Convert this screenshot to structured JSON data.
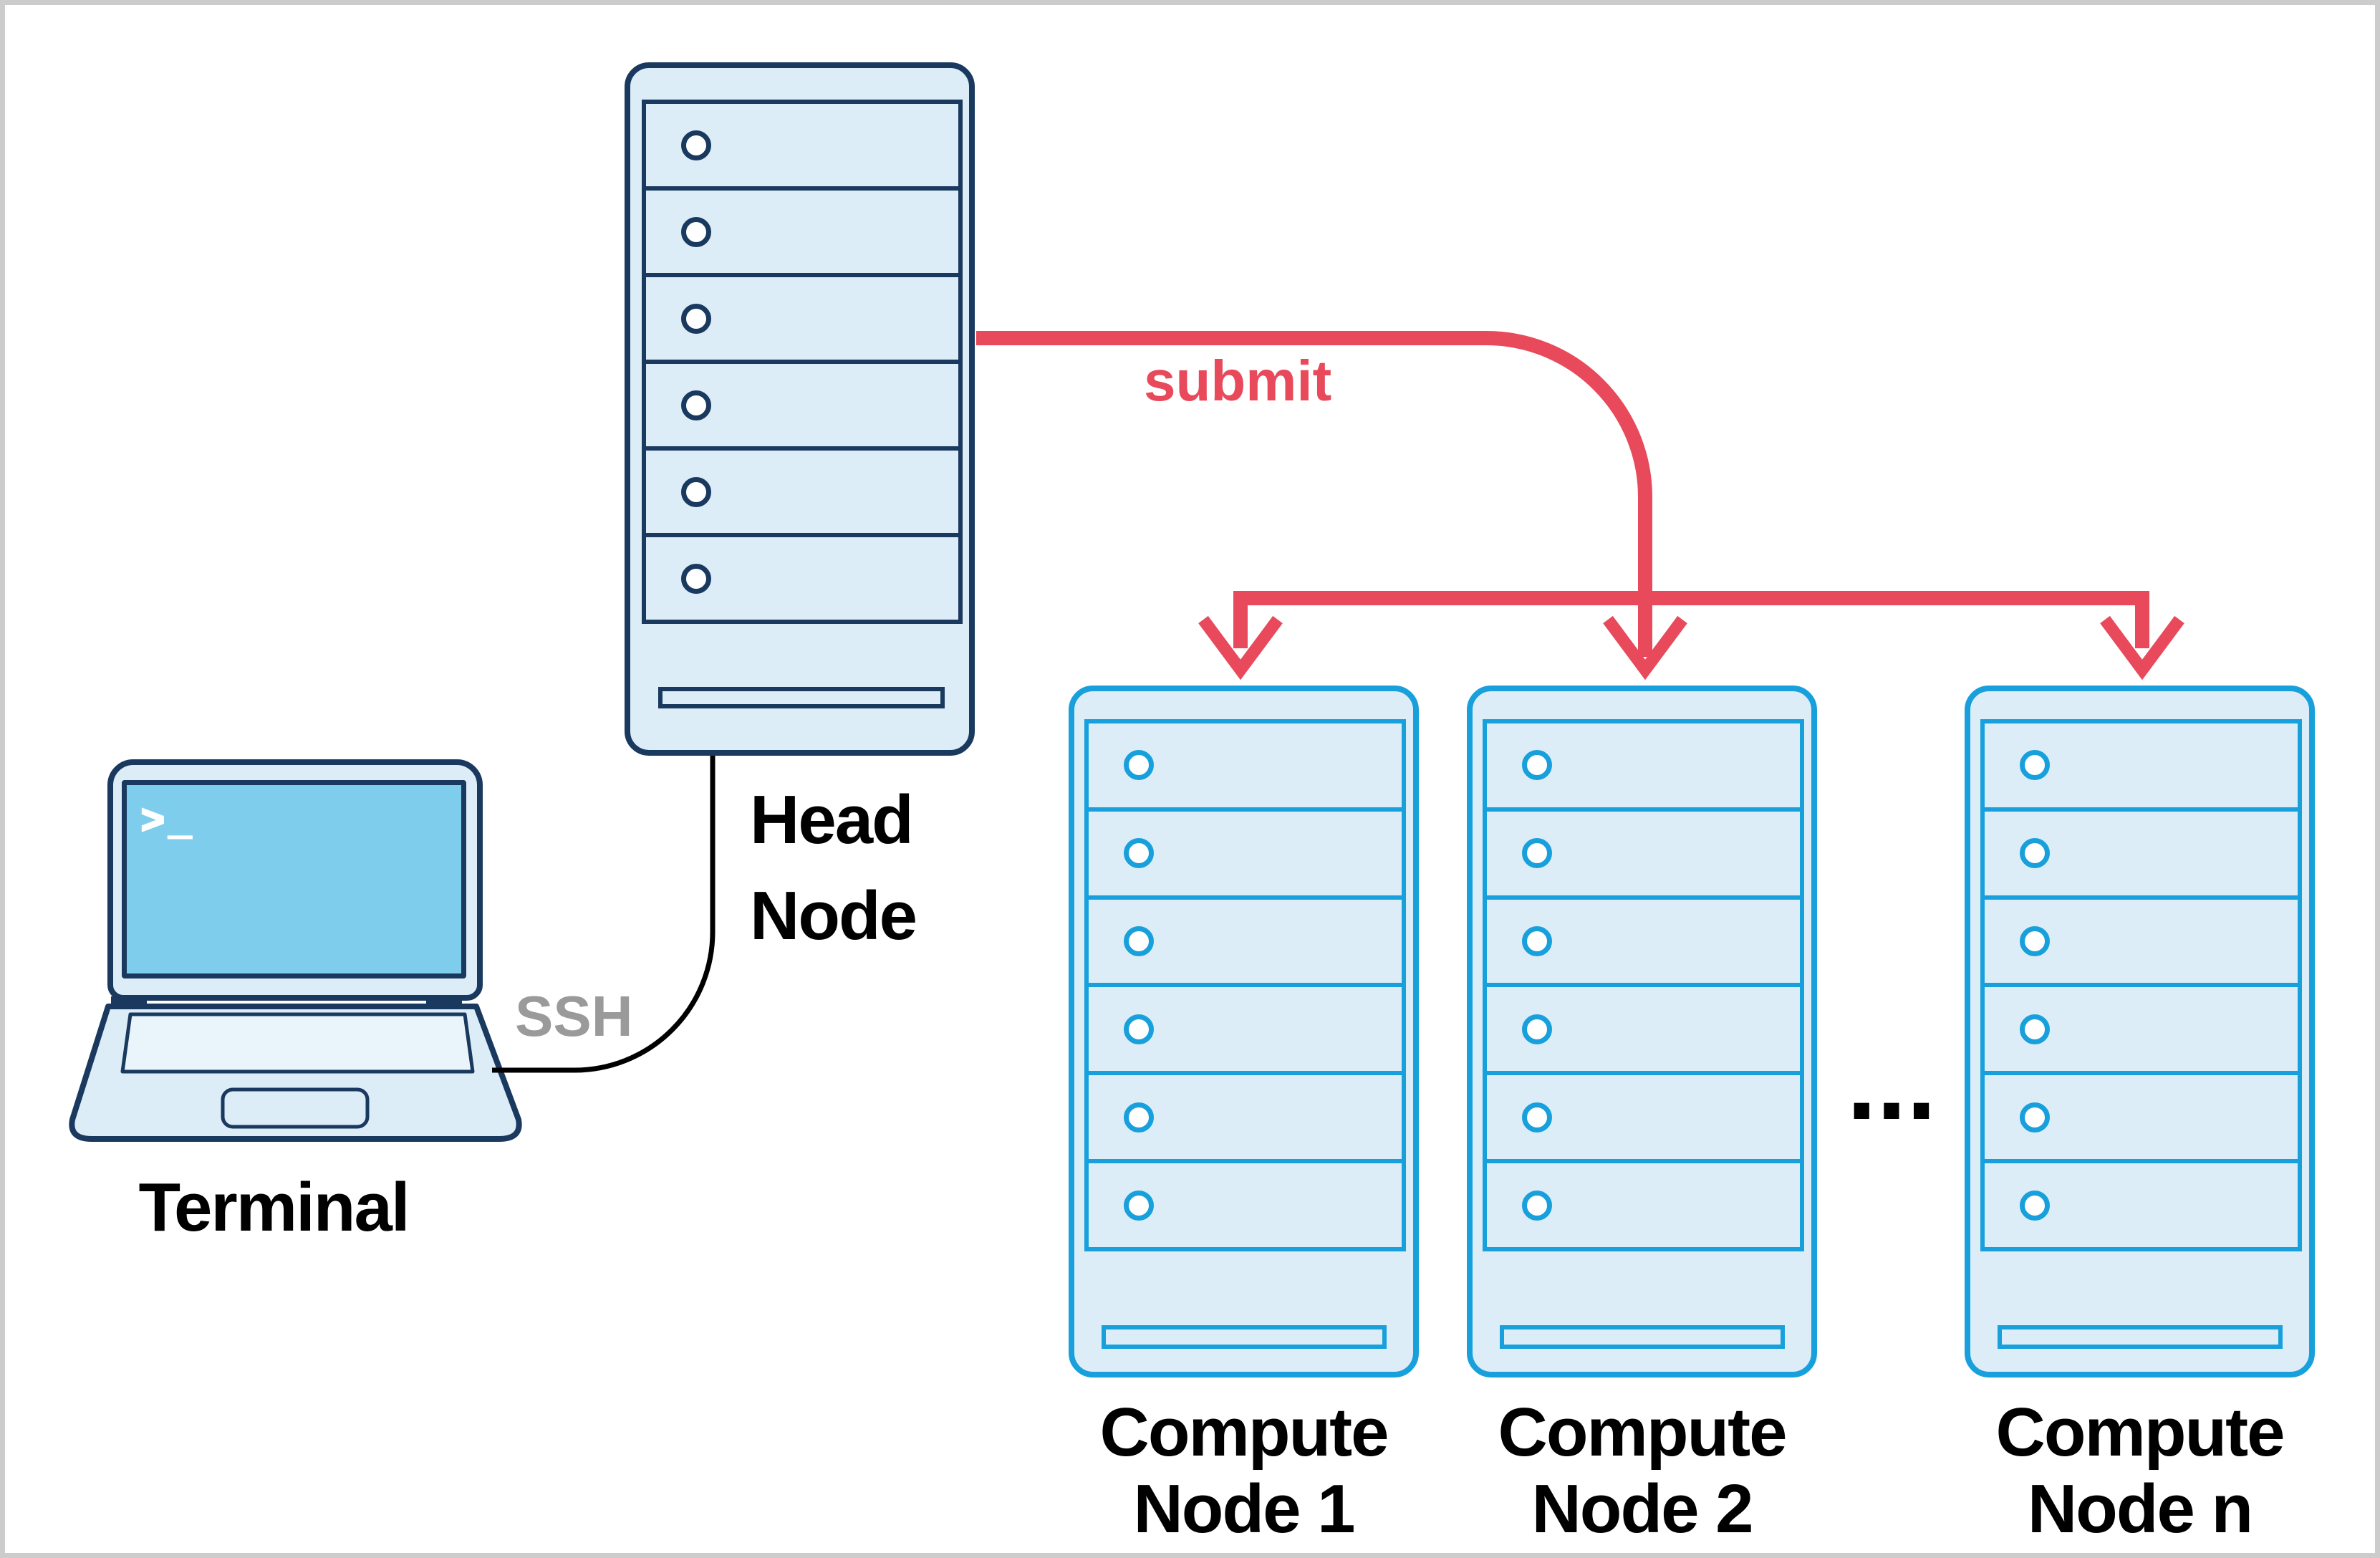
{
  "terminal": {
    "label": "Terminal",
    "prompt": ">_"
  },
  "head_node": {
    "label_line1": "Head",
    "label_line2": "Node"
  },
  "connections": {
    "ssh_label": "SSH",
    "submit_label": "submit",
    "ellipsis": "..."
  },
  "compute_nodes": [
    {
      "label_line1": "Compute",
      "label_line2": "Node 1"
    },
    {
      "label_line1": "Compute",
      "label_line2": "Node 2"
    },
    {
      "label_line1": "Compute",
      "label_line2": "Node n"
    }
  ],
  "colors": {
    "navy": "#1a395f",
    "cyan": "#18a0dc",
    "red": "#e8495b",
    "tower_fill": "#ddedf7",
    "screen_blue": "#7ecdec",
    "laptop_fill": "#dcedf8",
    "keyboard_fill": "#e9f4fb",
    "ssh_gray": "#9a9a9a",
    "label_black": "#000000",
    "frame_gray": "#cccccc",
    "background": "#ffffff"
  }
}
